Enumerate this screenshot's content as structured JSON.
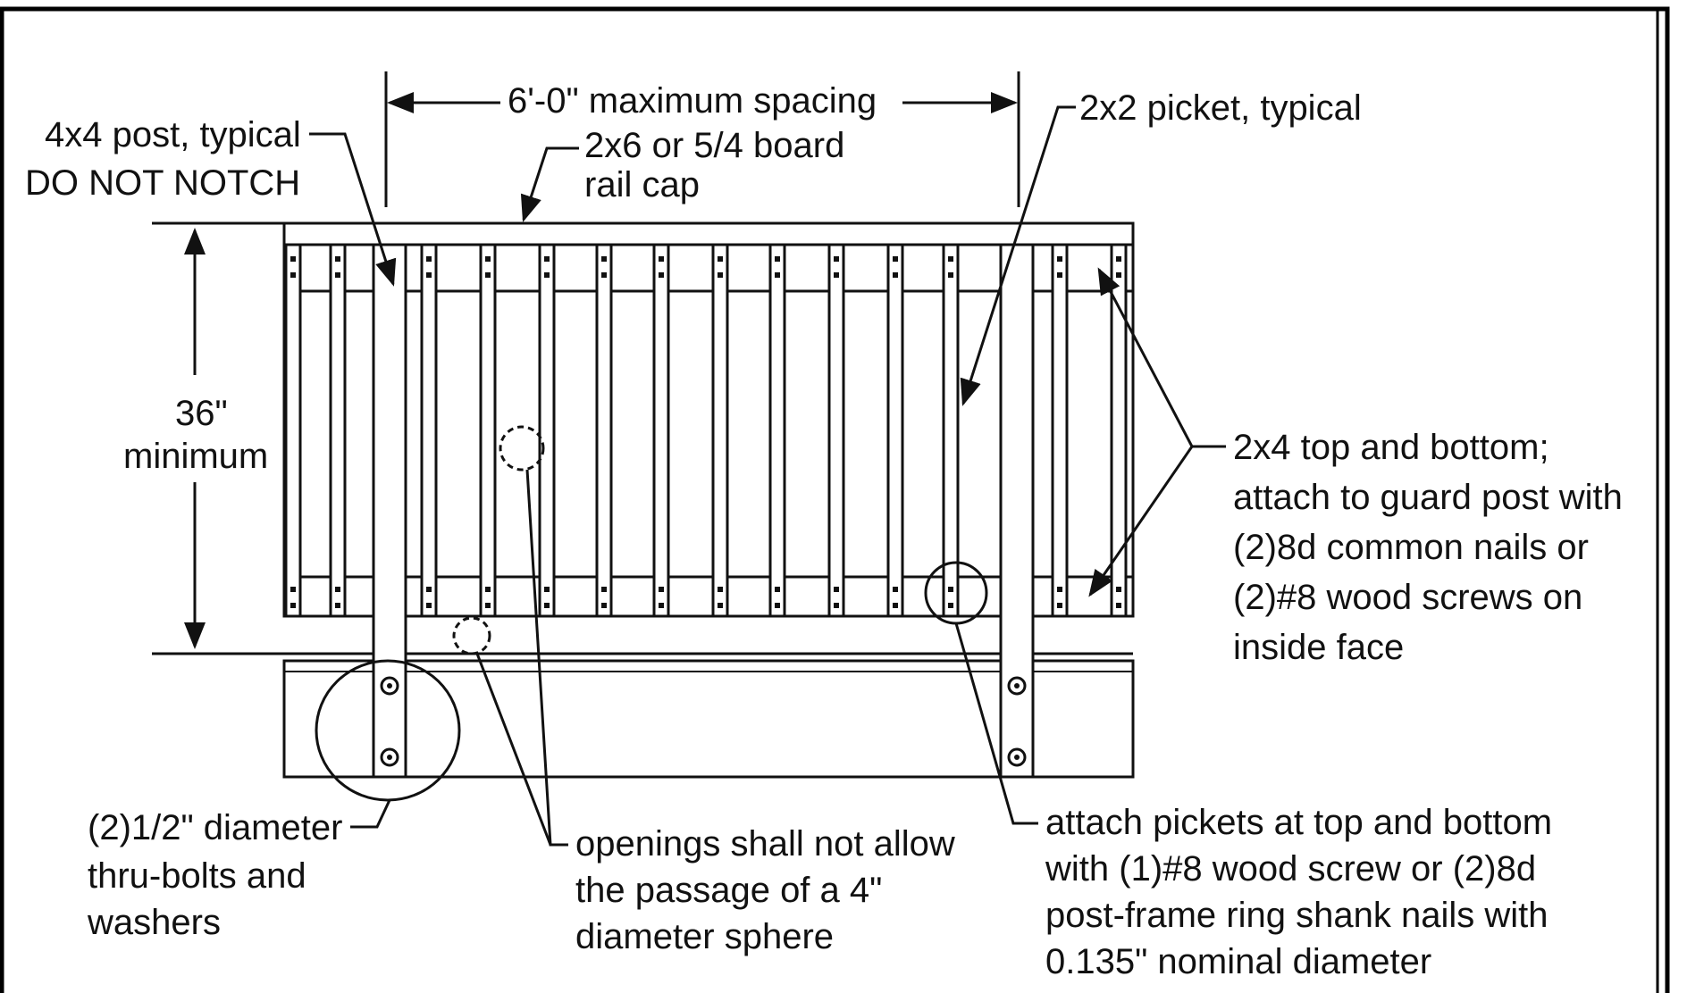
{
  "labels": {
    "spacing": "6'-0\" maximum spacing",
    "post": [
      "4x4 post, typical",
      "DO NOT NOTCH"
    ],
    "rail_cap": [
      "2x6 or 5/4 board",
      "rail cap"
    ],
    "picket": "2x2 picket, typical",
    "height": [
      "36\"",
      "minimum"
    ],
    "rails": [
      "2x4 top and bottom;",
      "attach to guard post with",
      "(2)8d common nails or",
      "(2)#8 wood screws on",
      "inside face"
    ],
    "bolts": [
      "(2)1/2\" diameter",
      "thru-bolts and",
      "washers"
    ],
    "openings": [
      "openings shall not allow",
      "the passage of a 4\"",
      "diameter sphere"
    ],
    "pickets_attach": [
      "attach pickets at top and bottom",
      "with (1)#8 wood screw or (2)8d",
      "post-frame ring shank nails with",
      "0.135\" nominal diameter"
    ]
  },
  "colors": {
    "ink": "#111111",
    "background": "#ffffff"
  }
}
